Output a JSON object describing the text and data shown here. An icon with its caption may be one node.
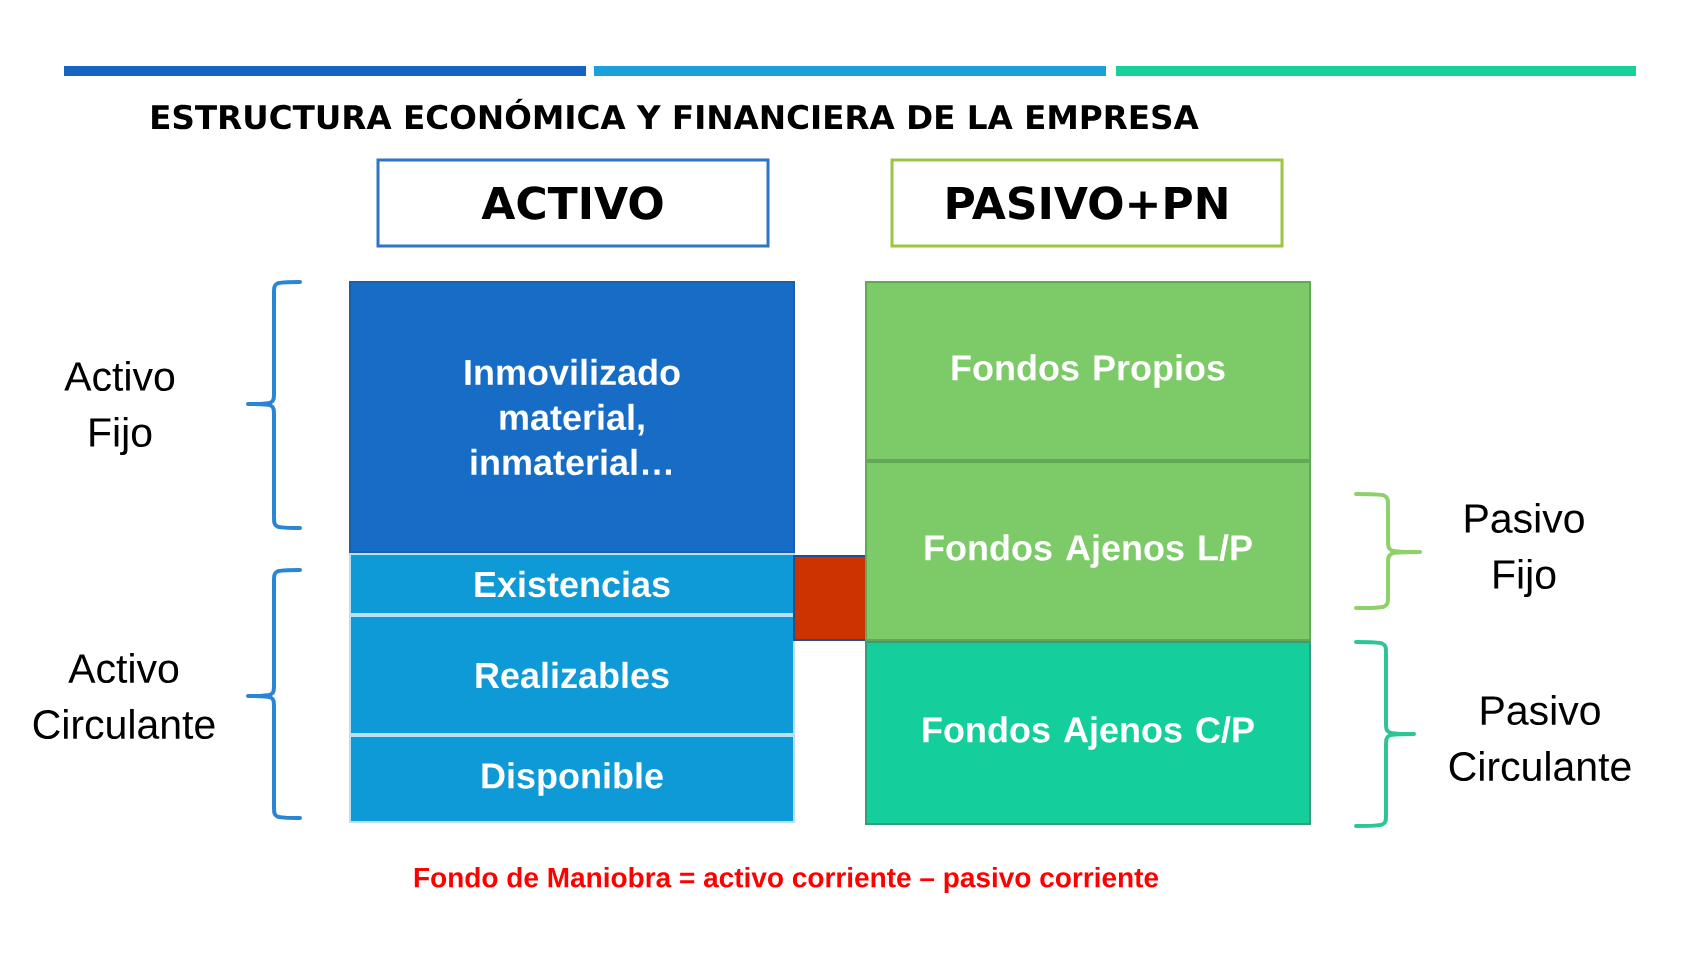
{
  "diagram": {
    "title": "ESTRUCTURA ECONÓMICA Y FINANCIERA DE LA EMPRESA",
    "caption": "Fondo de Maniobra = activo corriente – pasivo corriente",
    "nodes": [
      {
        "text": [
          "ACTIVO"
        ]
      },
      {
        "text": [
          "PASIVO+PN"
        ]
      },
      {
        "text": [
          "Inmovilizado material, inmaterial…"
        ]
      },
      {
        "text": [
          "Existencias"
        ]
      },
      {
        "text": [
          "Realizables"
        ]
      },
      {
        "text": [
          "Disponible"
        ]
      },
      {
        "text": [],
        "shape": "box"
      },
      {
        "text": [
          "Fondos Propios"
        ]
      },
      {
        "text": [
          "Fondos Ajenos L/P"
        ]
      },
      {
        "text": [
          "Fondos Ajenos C/P"
        ]
      }
    ],
    "labels": [
      "Activo Fijo",
      "Pasivo Fijo",
      "Activo Circulante",
      "Pasivo Circulante"
    ]
  }
}
